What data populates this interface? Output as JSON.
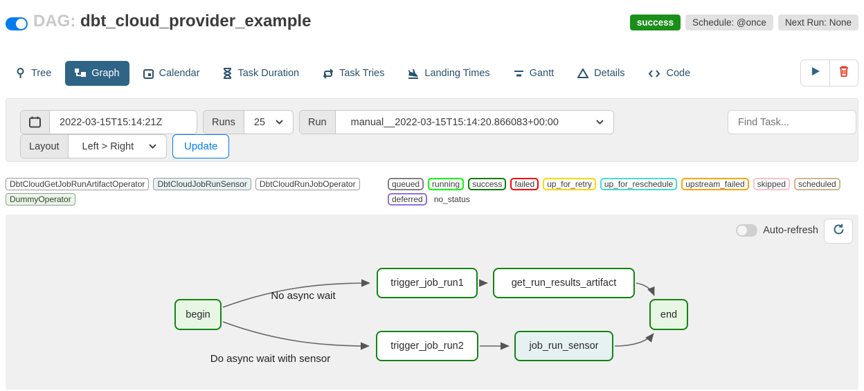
{
  "header": {
    "dag_prefix": "DAG:",
    "dag_name": "dbt_cloud_provider_example",
    "status_badge": "success",
    "schedule_badge": "Schedule: @once",
    "next_run_badge": "Next Run: None"
  },
  "tabs": [
    {
      "label": "Tree"
    },
    {
      "label": "Graph"
    },
    {
      "label": "Calendar"
    },
    {
      "label": "Task Duration"
    },
    {
      "label": "Task Tries"
    },
    {
      "label": "Landing Times"
    },
    {
      "label": "Gantt"
    },
    {
      "label": "Details"
    },
    {
      "label": "Code"
    }
  ],
  "filters": {
    "base_date": "2022-03-15T15:14:21Z",
    "runs_label": "Runs",
    "runs_value": "25",
    "run_label": "Run",
    "run_value": "manual__2022-03-15T15:14:20.866083+00:00",
    "find_task_placeholder": "Find Task...",
    "layout_label": "Layout",
    "layout_value": "Left > Right",
    "update_label": "Update"
  },
  "legend": {
    "operators": [
      {
        "label": "DbtCloudGetJobRunArtifactOperator",
        "bg": "#ffffff"
      },
      {
        "label": "DbtCloudJobRunSensor",
        "bg": "#e6f1f2"
      },
      {
        "label": "DbtCloudRunJobOperator",
        "bg": "#ffffff"
      },
      {
        "label": "DummyOperator",
        "bg": "#e8f7e4"
      }
    ],
    "states": [
      {
        "label": "queued",
        "color": "#808080"
      },
      {
        "label": "running",
        "color": "#00ff00"
      },
      {
        "label": "success",
        "color": "#008000"
      },
      {
        "label": "failed",
        "color": "#ff0000"
      },
      {
        "label": "up_for_retry",
        "color": "#ffd700"
      },
      {
        "label": "up_for_reschedule",
        "color": "#40e0d0"
      },
      {
        "label": "upstream_failed",
        "color": "#ffa500"
      },
      {
        "label": "skipped",
        "color": "#ffc0cb"
      },
      {
        "label": "scheduled",
        "color": "#d2b48c"
      },
      {
        "label": "deferred",
        "color": "#9370db"
      }
    ],
    "no_status_label": "no_status"
  },
  "graph": {
    "auto_refresh_label": "Auto-refresh",
    "nodes": [
      {
        "label": "begin",
        "fill": "#e8f7e4"
      },
      {
        "label": "trigger_job_run1",
        "fill": "#ffffff"
      },
      {
        "label": "get_run_results_artifact",
        "fill": "#ffffff"
      },
      {
        "label": "end",
        "fill": "#e8f7e4"
      },
      {
        "label": "trigger_job_run2",
        "fill": "#ffffff"
      },
      {
        "label": "job_run_sensor",
        "fill": "#e6f1f2"
      }
    ],
    "edge_labels": [
      "No async wait",
      "Do async wait with sensor"
    ]
  },
  "colors": {
    "accent_blue": "#017cee",
    "tab_active_bg": "#2f6486",
    "success_green": "#1a8f1a",
    "node_border_green": "#128412"
  }
}
